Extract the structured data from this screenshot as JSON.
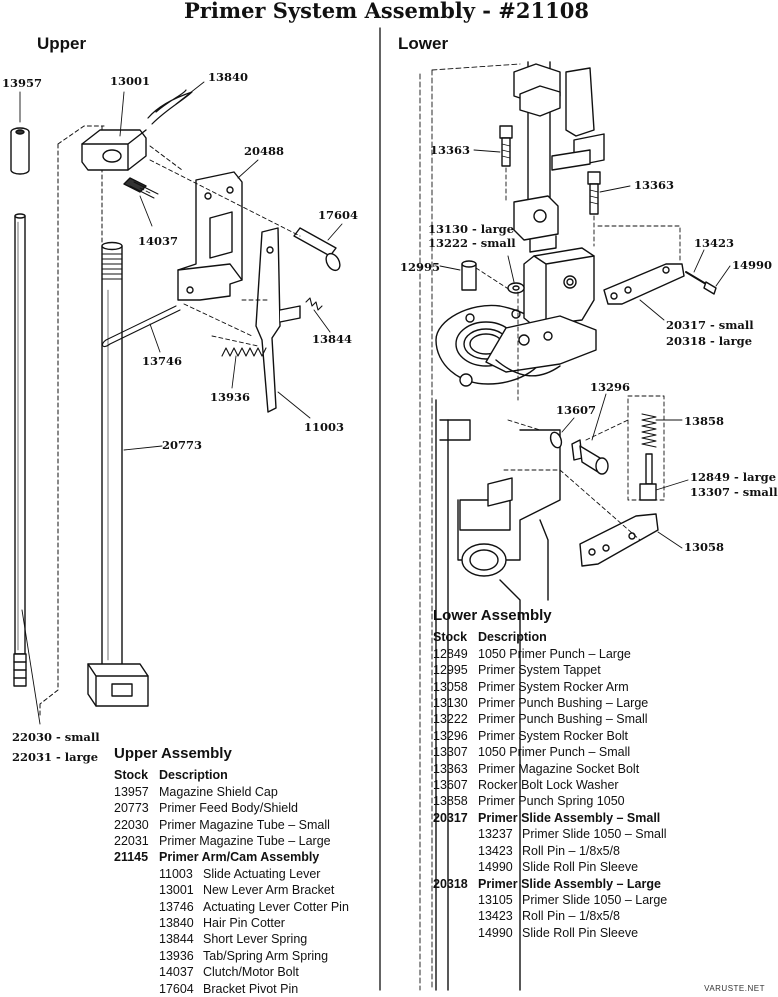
{
  "title": "Primer System Assembly - #21108",
  "sections": {
    "upper": "Upper",
    "lower": "Lower"
  },
  "callouts_upper": {
    "c13957": "13957",
    "c13001": "13001",
    "c13840": "13840",
    "c20488": "20488",
    "c14037": "14037",
    "c17604": "17604",
    "c13746": "13746",
    "c13844": "13844",
    "c13936": "13936",
    "c11003": "11003",
    "c20773": "20773",
    "c22030": "22030 - small",
    "c22031": "22031 - large"
  },
  "callouts_lower": {
    "c13363a": "13363",
    "c13363b": "13363",
    "c13130": "13130 - large",
    "c13222": "13222 - small",
    "c12995": "12995",
    "c13423": "13423",
    "c14990": "14990",
    "c20317": "20317 - small",
    "c20318": "20318 - large",
    "c13296": "13296",
    "c13607": "13607",
    "c13858": "13858",
    "c12849": "12849 - large",
    "c13307": "13307 - small",
    "c13058": "13058"
  },
  "upper_assembly": {
    "heading": "Upper Assembly",
    "col_stock": "Stock",
    "col_desc": "Description",
    "items": [
      {
        "stock": "13957",
        "desc": "Magazine Shield Cap"
      },
      {
        "stock": "20773",
        "desc": "Primer Feed Body/Shield"
      },
      {
        "stock": "22030",
        "desc": "Primer Magazine Tube – Small"
      },
      {
        "stock": "22031",
        "desc": "Primer Magazine Tube – Large"
      }
    ],
    "group": {
      "stock": "21145",
      "desc": "Primer Arm/Cam Assembly"
    },
    "group_items": [
      {
        "stock": "11003",
        "desc": "Slide Actuating Lever"
      },
      {
        "stock": "13001",
        "desc": "New Lever Arm Bracket"
      },
      {
        "stock": "13746",
        "desc": "Actuating Lever Cotter Pin"
      },
      {
        "stock": "13840",
        "desc": "Hair Pin Cotter"
      },
      {
        "stock": "13844",
        "desc": "Short Lever Spring"
      },
      {
        "stock": "13936",
        "desc": "Tab/Spring Arm Spring"
      },
      {
        "stock": "14037",
        "desc": "Clutch/Motor Bolt"
      },
      {
        "stock": "17604",
        "desc": "Bracket Pivot Pin"
      }
    ]
  },
  "lower_assembly": {
    "heading": "Lower Assembly",
    "col_stock": "Stock",
    "col_desc": "Description",
    "items": [
      {
        "stock": "12849",
        "desc": "1050 Primer Punch – Large"
      },
      {
        "stock": "12995",
        "desc": "Primer System Tappet"
      },
      {
        "stock": "13058",
        "desc": "Primer System Rocker Arm"
      },
      {
        "stock": "13130",
        "desc": "Primer Punch Bushing – Large"
      },
      {
        "stock": "13222",
        "desc": "Primer Punch Bushing – Small"
      },
      {
        "stock": "13296",
        "desc": "Primer System Rocker Bolt"
      },
      {
        "stock": "13307",
        "desc": "1050 Primer Punch – Small"
      },
      {
        "stock": "13363",
        "desc": "Primer Magazine Socket Bolt"
      },
      {
        "stock": "13607",
        "desc": "Rocker Bolt Lock Washer"
      },
      {
        "stock": "13858",
        "desc": "Primer Punch Spring 1050"
      }
    ],
    "group1": {
      "stock": "20317",
      "desc": "Primer Slide Assembly – Small"
    },
    "group1_items": [
      {
        "stock": "13237",
        "desc": "Primer Slide 1050 – Small"
      },
      {
        "stock": "13423",
        "desc": "Roll Pin – 1/8x5/8"
      },
      {
        "stock": "14990",
        "desc": "Slide Roll Pin Sleeve"
      }
    ],
    "group2": {
      "stock": "20318",
      "desc": "Primer Slide Assembly – Large"
    },
    "group2_items": [
      {
        "stock": "13105",
        "desc": "Primer Slide 1050 – Large"
      },
      {
        "stock": "13423",
        "desc": "Roll Pin – 1/8x5/8"
      },
      {
        "stock": "14990",
        "desc": "Slide Roll Pin Sleeve"
      }
    ]
  },
  "credit": "VARUSTE.NET"
}
